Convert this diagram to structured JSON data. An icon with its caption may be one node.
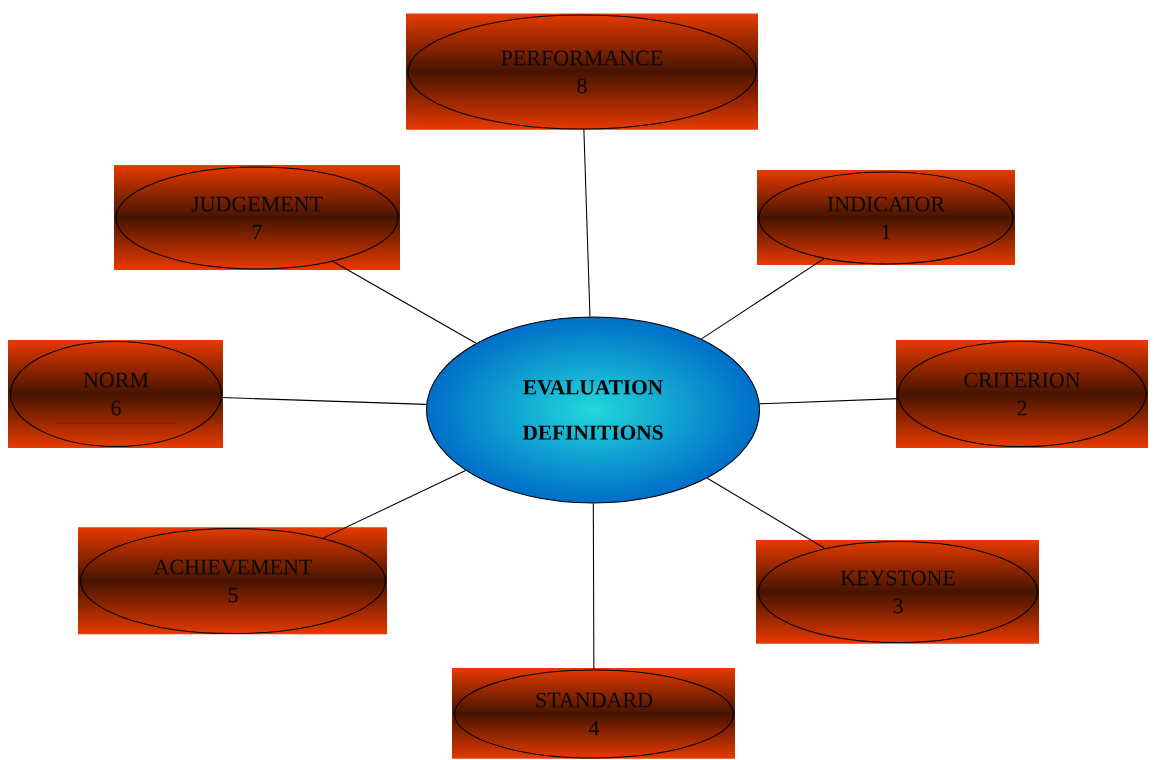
{
  "diagram": {
    "nodes": [
      {
        "text": [
          "EVALUATION DEFINITIONS"
        ]
      },
      {
        "text": [
          "PERFORMANCE",
          "8"
        ]
      },
      {
        "text": [
          "JUDGEMENT",
          "7"
        ]
      },
      {
        "text": [
          "INDICATOR",
          "1"
        ]
      },
      {
        "text": [
          "NORM",
          "6"
        ]
      },
      {
        "text": [
          "CRITERION",
          "2"
        ]
      },
      {
        "text": [
          "ACHIEVEMENT",
          "5"
        ]
      },
      {
        "text": [
          "KEYSTONE",
          "3"
        ]
      },
      {
        "text": [
          "STANDARD",
          "4"
        ]
      }
    ],
    "edges": [
      {
        "from": 0,
        "to": 1,
        "arrow": "none"
      },
      {
        "from": 0,
        "to": 2,
        "arrow": "none"
      },
      {
        "from": 0,
        "to": 3,
        "arrow": "none"
      },
      {
        "from": 0,
        "to": 4,
        "arrow": "none"
      },
      {
        "from": 0,
        "to": 5,
        "arrow": "none"
      },
      {
        "from": 0,
        "to": 6,
        "arrow": "none"
      },
      {
        "from": 0,
        "to": 7,
        "arrow": "none"
      },
      {
        "from": 0,
        "to": 8,
        "arrow": "none"
      }
    ]
  }
}
